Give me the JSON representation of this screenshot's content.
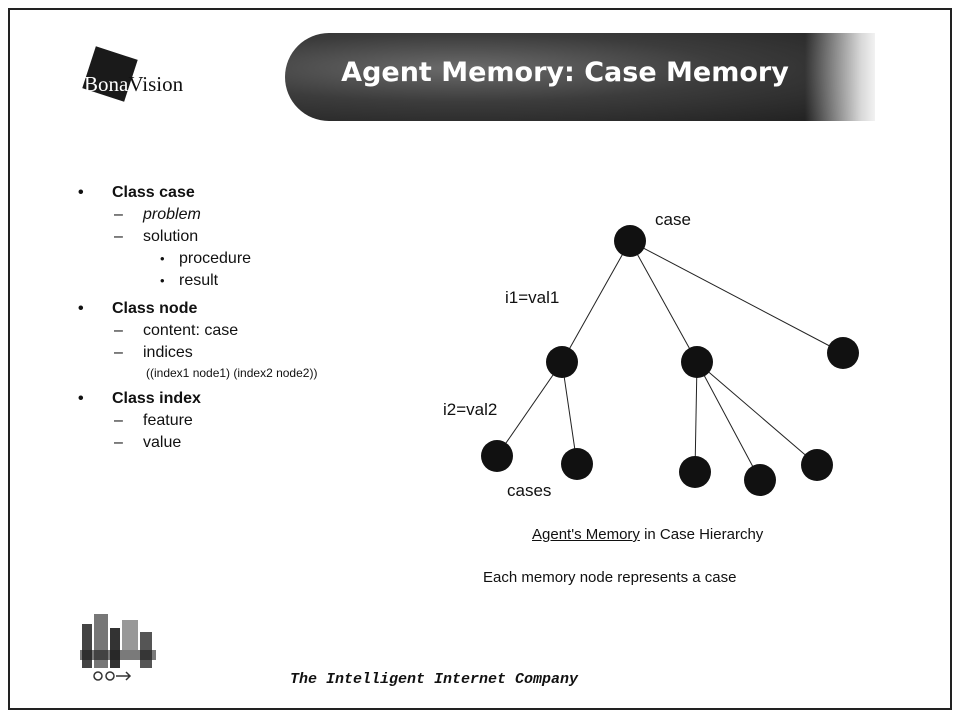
{
  "logo": {
    "part_a": "Bo",
    "part_b": "na",
    "part_c": "Vision"
  },
  "title": "Agent Memory: Case Memory",
  "outline": {
    "class_case": {
      "label": "Class case",
      "problem": "problem",
      "solution": "solution",
      "procedure": "procedure",
      "result": "result"
    },
    "class_node": {
      "label": "Class node",
      "content": "content: case",
      "indices": "indices",
      "indices_note": "((index1 node1) (index2 node2))"
    },
    "class_index": {
      "label": "Class index",
      "feature": "feature",
      "value": "value"
    }
  },
  "diagram": {
    "root_label": "case",
    "edge1_label": "i1=val1",
    "edge2_label": "i2=val2",
    "leaves_label": "cases"
  },
  "caption": {
    "underlined": "Agent's Memory",
    "rest": " in Case Hierarchy"
  },
  "subcaption": "Each memory node represents a case",
  "footer": "The Intelligent Internet Company"
}
